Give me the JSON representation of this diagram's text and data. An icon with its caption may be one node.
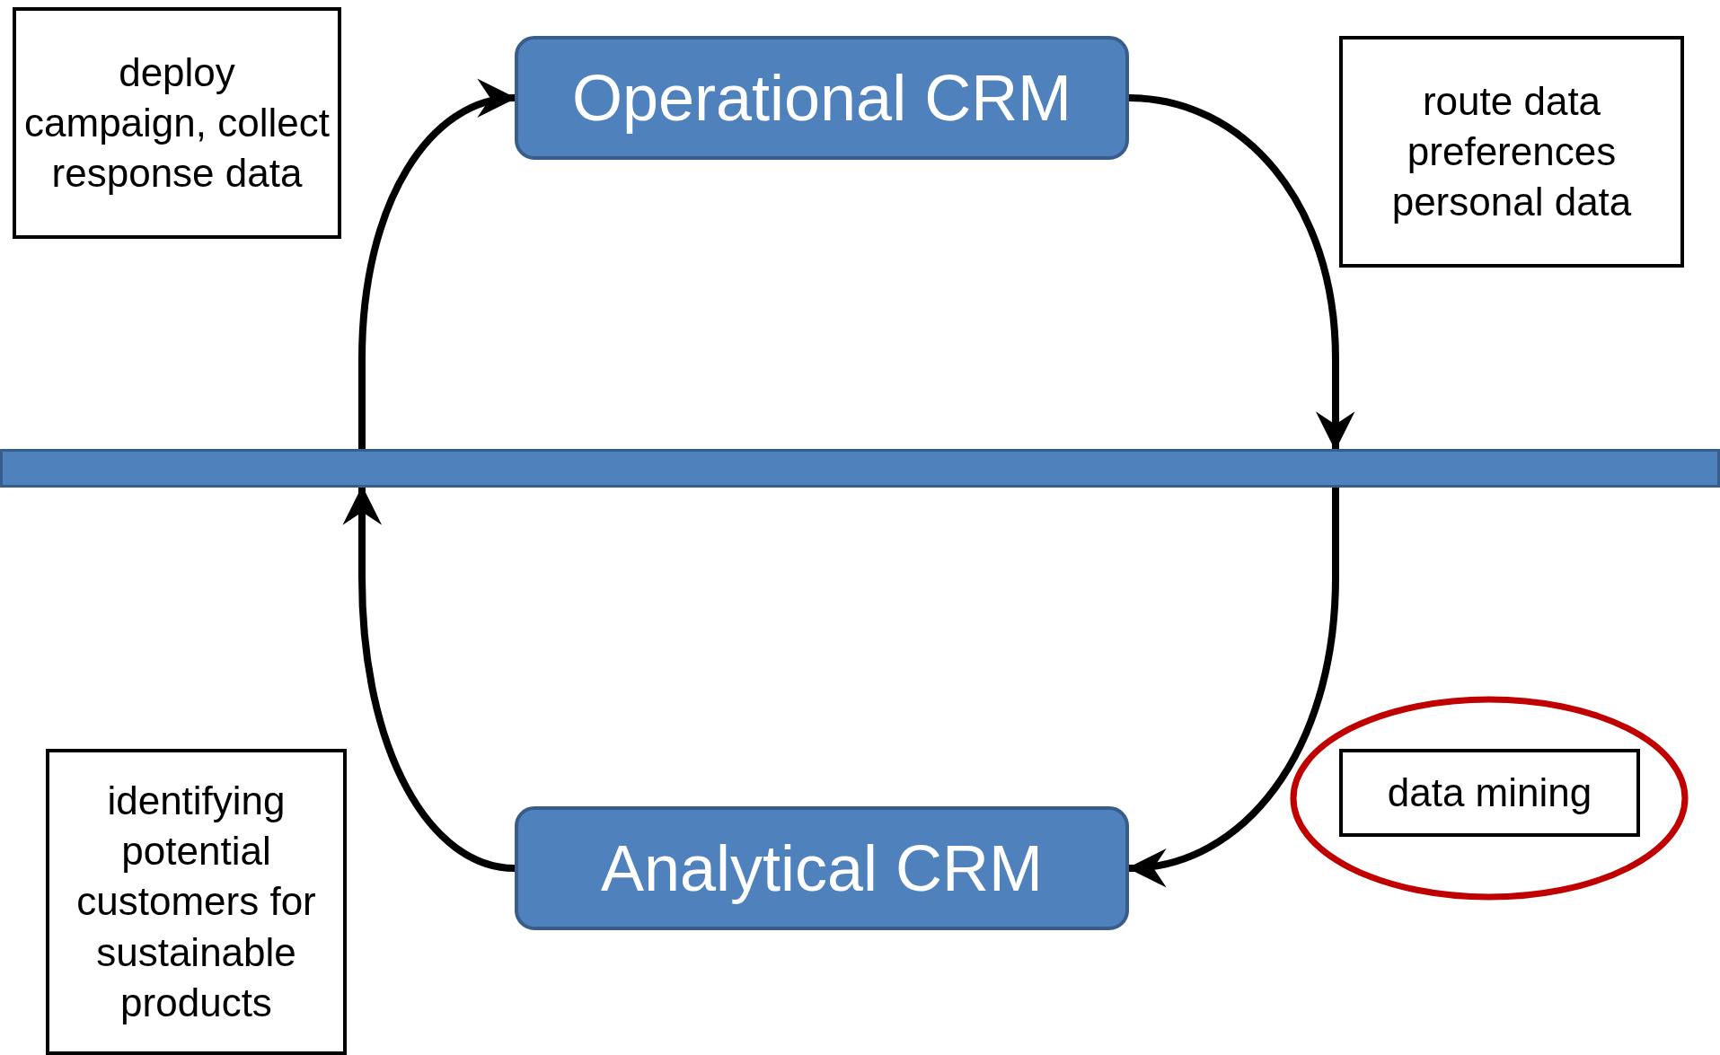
{
  "diagram": {
    "nodes": [
      {
        "text": [
          "deploy campaign, collect response data"
        ]
      },
      {
        "text": [
          "Operational CRM"
        ]
      },
      {
        "text": [
          "route data preferences personal data"
        ]
      },
      {
        "text": [],
        "shape": "bar"
      },
      {
        "text": [
          "identifying potential customers for sustainable products"
        ]
      },
      {
        "text": [
          "Analytical CRM"
        ]
      },
      {
        "text": [],
        "shape": "ellipse"
      },
      {
        "text": [
          "data mining"
        ],
        "in": 6
      }
    ],
    "edges": [
      {
        "from": 3,
        "to": 1,
        "arrow": "to"
      },
      {
        "from": 1,
        "to": 3,
        "arrow": "to"
      },
      {
        "from": 3,
        "to": 5,
        "arrow": "to"
      },
      {
        "from": 5,
        "to": 3,
        "arrow": "to"
      }
    ]
  }
}
